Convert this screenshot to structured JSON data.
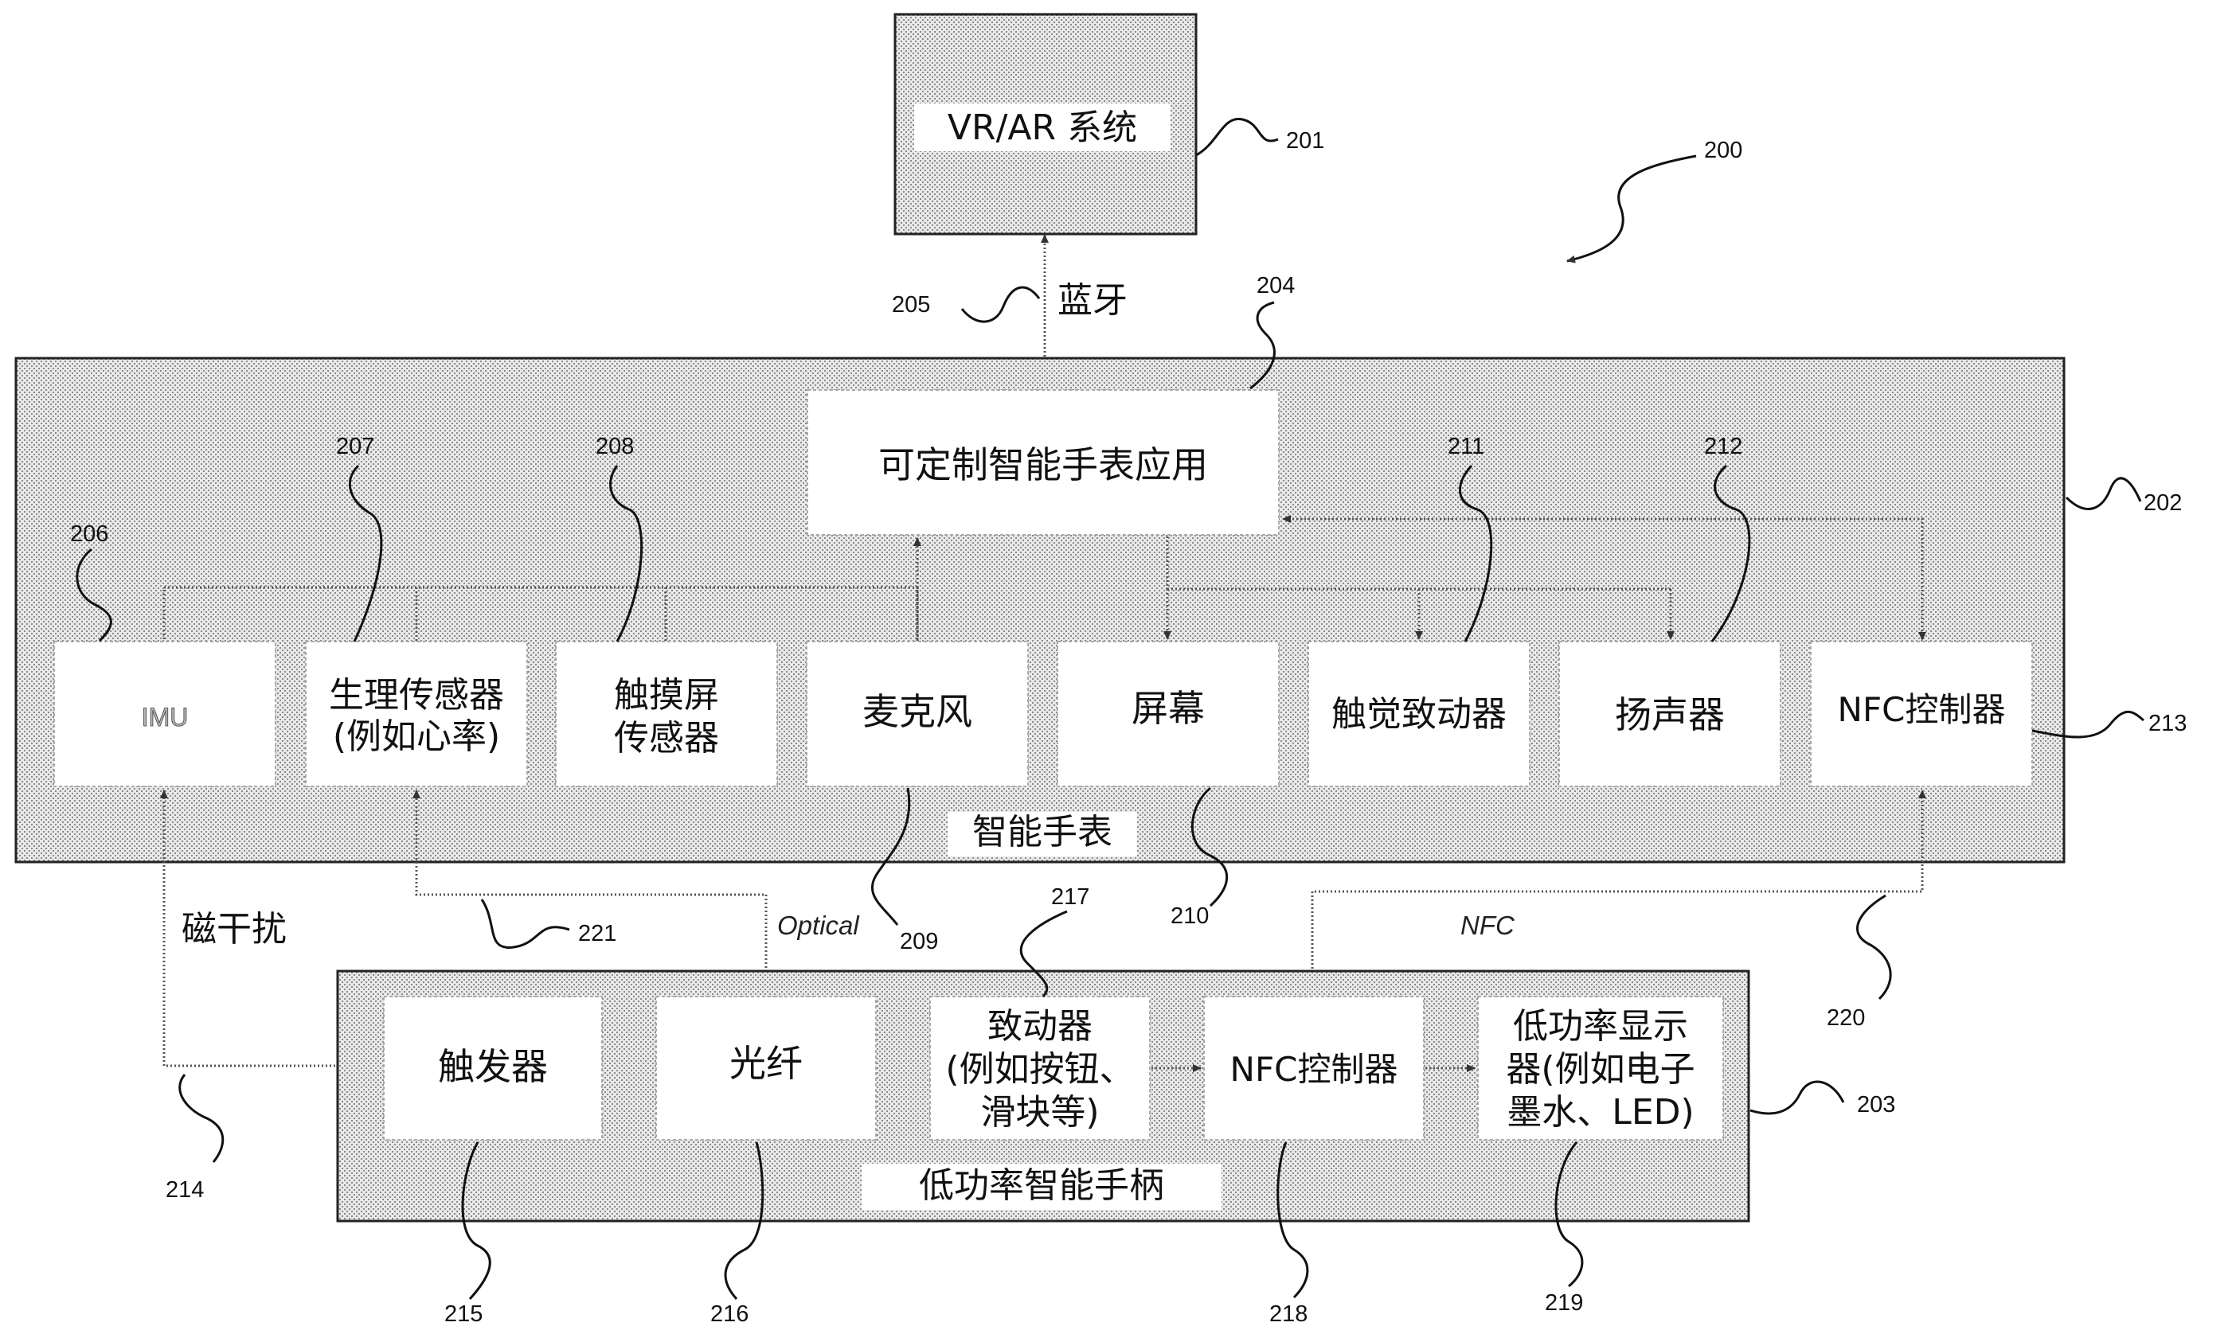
{
  "vr_system": {
    "label": "VR/AR 系统",
    "ref": "201"
  },
  "figure_ref": "200",
  "bluetooth": {
    "label": "蓝牙",
    "ref": "205"
  },
  "smartwatch": {
    "ref": "202",
    "label": "智能手表",
    "app": {
      "label": "可定制智能手表应用",
      "ref": "204"
    },
    "components": {
      "imu": {
        "label": "IMU",
        "ref": "206"
      },
      "physio": {
        "line1": "生理传感器",
        "line2": "(例如心率)",
        "ref": "207"
      },
      "touch": {
        "line1": "触摸屏",
        "line2": "传感器",
        "ref": "208"
      },
      "mic": {
        "label": "麦克风",
        "ref": "209"
      },
      "screen": {
        "label": "屏幕",
        "ref": "210"
      },
      "haptic": {
        "label": "触觉致动器",
        "ref": "211"
      },
      "speaker": {
        "label": "扬声器",
        "ref": "212"
      },
      "nfc": {
        "label": "NFC控制器",
        "ref": "213"
      }
    }
  },
  "links": {
    "magnetic": {
      "label": "磁干扰",
      "ref": "214"
    },
    "optical": {
      "label": "Optical",
      "ref": "221"
    },
    "nfc": {
      "label": "NFC",
      "ref": "220"
    },
    "actuator_ref": "217"
  },
  "controller": {
    "ref": "203",
    "label": "低功率智能手柄",
    "components": {
      "trigger": {
        "label": "触发器",
        "ref": "215"
      },
      "fiber": {
        "label": "光纤",
        "ref": "216"
      },
      "actuator": {
        "line1": "致动器",
        "line2": "(例如按钮、",
        "line3": "滑块等)"
      },
      "nfc": {
        "label": "NFC控制器",
        "ref": "218"
      },
      "display": {
        "line1": "低功率显示",
        "line2": "器(例如电子",
        "line3": "墨水、LED)",
        "ref": "219"
      }
    }
  }
}
